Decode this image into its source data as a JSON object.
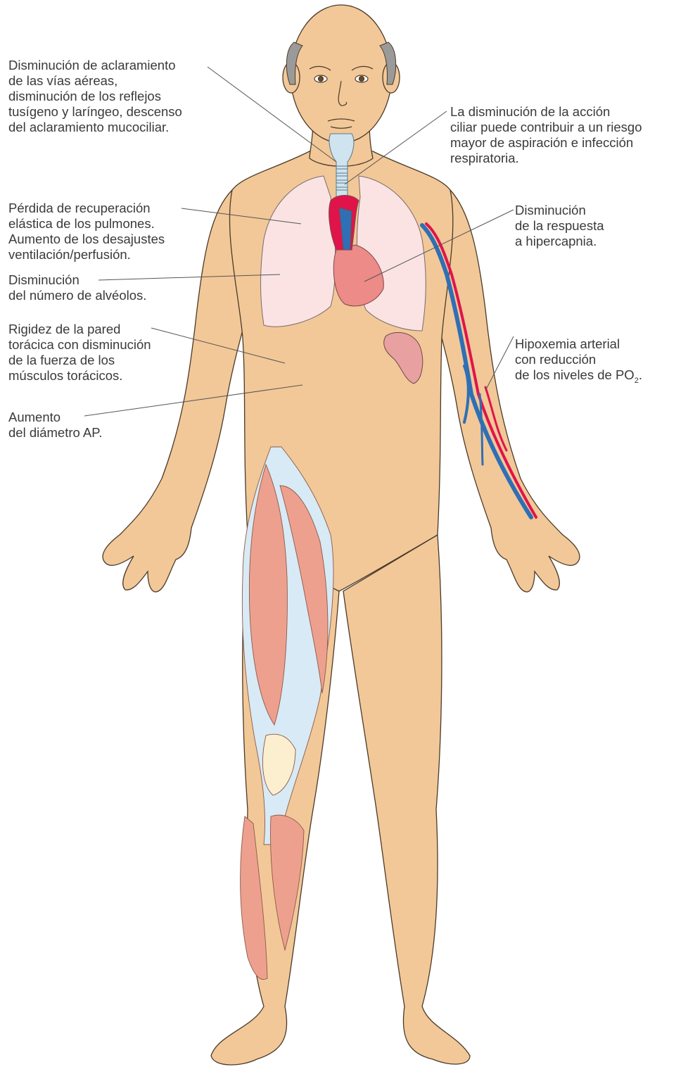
{
  "annotations": {
    "airway_clearance": "Disminución de aclaramiento\nde las vías aéreas,\ndisminución de los reflejos\ntusígeno y laríngeo, descenso\ndel aclaramiento mucociliar.",
    "ciliary_action": "La disminución de la acción\nciliar puede contribuir a un riesgo\nmayor de aspiración e infección\nrespiratoria.",
    "elastic_recoil": "Pérdida de recuperación\nelástica de los pulmones.\nAumento de los desajustes\nventilación/perfusión.",
    "hypercapnia": "Disminución\nde la respuesta\na hipercapnia.",
    "alveoli": "Disminución\ndel número de alvéolos.",
    "chest_wall": "Rigidez de la pared\ntorácica con disminución\nde la fuerza de los\nmúsculos torácicos.",
    "hypoxemia_main": "Hipoxemia arterial\ncon reducción\nde los niveles de PO",
    "hypoxemia_sub": "2",
    "hypoxemia_end": ".",
    "ap_diameter": "Aumento\ndel diámetro AP."
  },
  "colors": {
    "skin": "#f2c898",
    "outline": "#4a3a2a",
    "lung": "#fbe3e4",
    "artery": "#e0144a",
    "vein": "#2f6fb5",
    "muscle": "#eea08e",
    "fascia": "#d8eaf5",
    "heart_chamber": "#ec8b88",
    "hair": "#9a9a9a"
  }
}
